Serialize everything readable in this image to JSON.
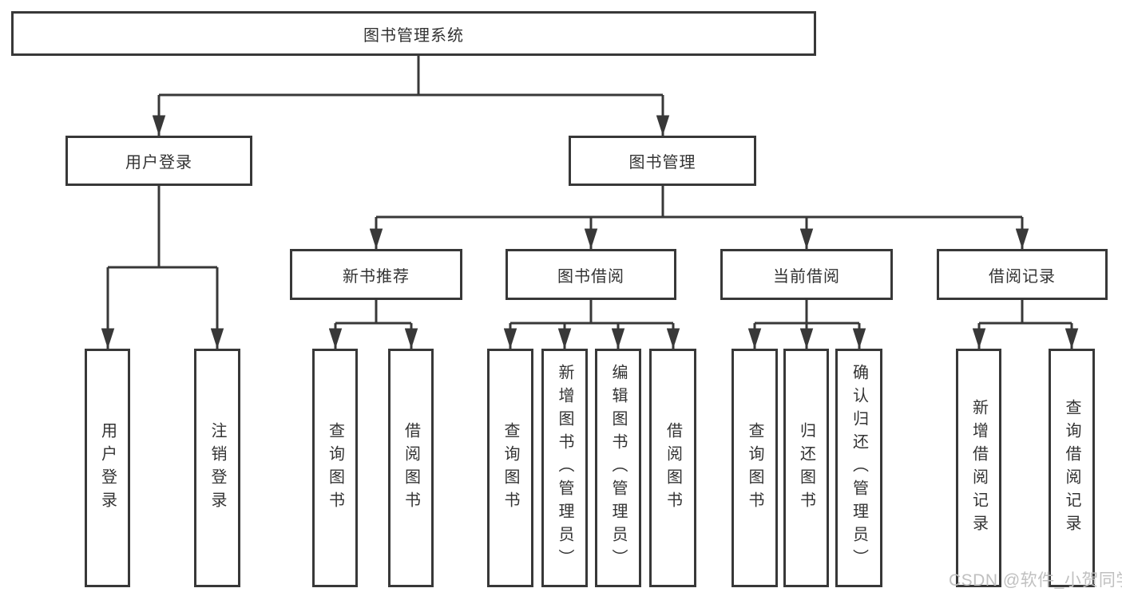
{
  "tree": {
    "root": "图书管理系统",
    "branches": [
      {
        "label": "用户登录",
        "children": [
          "用户登录",
          "注销登录"
        ]
      },
      {
        "label": "图书管理",
        "groups": [
          {
            "label": "新书推荐",
            "children": [
              "查询图书",
              "借阅图书"
            ]
          },
          {
            "label": "图书借阅",
            "children": [
              "查询图书",
              "新增图书（管理员）",
              "编辑图书（管理员）",
              "借阅图书"
            ]
          },
          {
            "label": "当前借阅",
            "children": [
              "查询图书",
              "归还图书",
              "确认归还（管理员）"
            ]
          },
          {
            "label": "借阅记录",
            "children": [
              "新增借阅记录",
              "查询借阅记录"
            ]
          }
        ]
      }
    ]
  },
  "watermark": {
    "text": "CSDN @软件_小贺同学"
  },
  "colors": {
    "line": "#383838",
    "box_border": "#383838",
    "text": "#333333",
    "watermark": "#c0c0c0",
    "background": "#ffffff"
  }
}
